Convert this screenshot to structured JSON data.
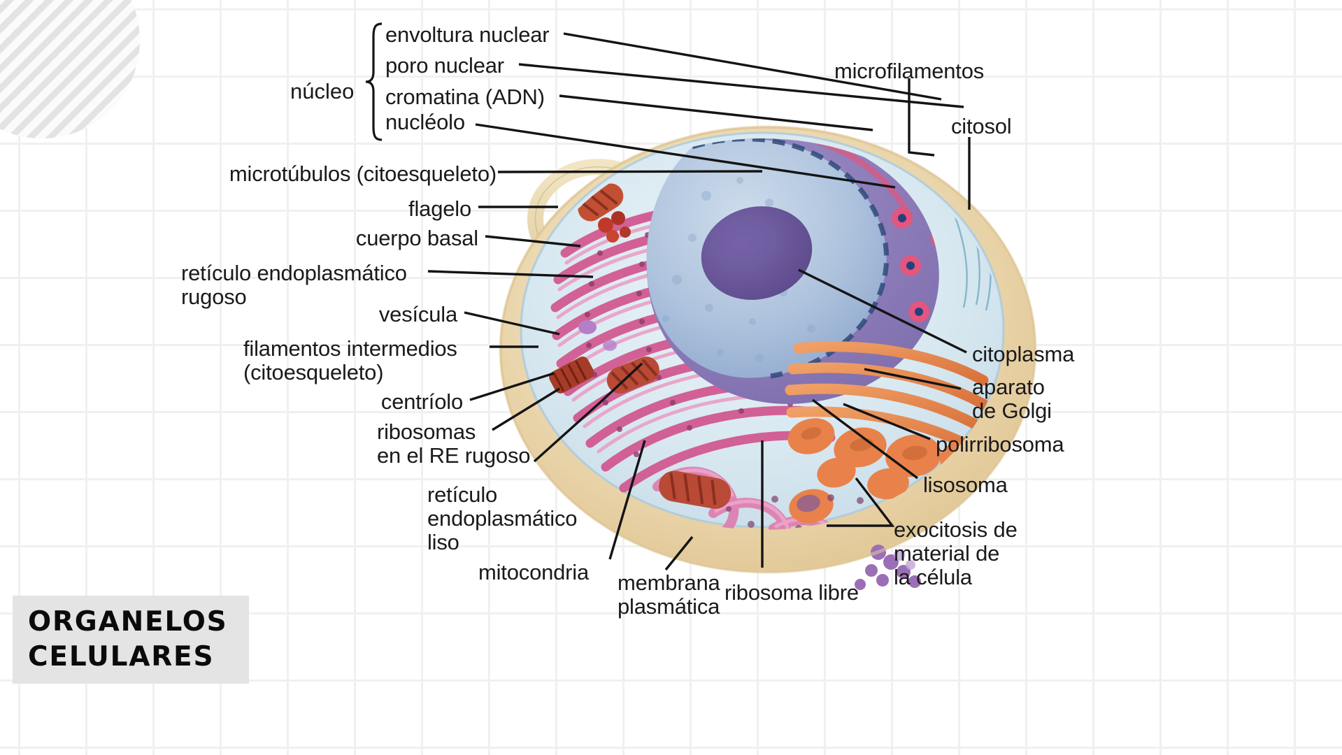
{
  "page": {
    "title_line1": "ORGANELOS",
    "title_line2": "CELULARES",
    "background": "#ffffff",
    "grid_color": "#f0f0f0",
    "title_plate_color": "#e4e4e4",
    "leader_line_color": "#141414",
    "text_color": "#1a1a1a"
  },
  "nucleus_group": {
    "group_label": "núcleo",
    "items": [
      {
        "label": "envoltura nuclear"
      },
      {
        "label": "poro nuclear"
      },
      {
        "label": "cromatina (ADN)"
      },
      {
        "label": "nucléolo"
      }
    ]
  },
  "labels_left": [
    {
      "id": "microtubulos",
      "label": "microtúbulos (citoesqueleto)"
    },
    {
      "id": "flagelo",
      "label": "flagelo"
    },
    {
      "id": "cuerpo-basal",
      "label": "cuerpo basal"
    },
    {
      "id": "re-rugoso-l1",
      "label": "retículo endoplasmático"
    },
    {
      "id": "re-rugoso-l2",
      "label": "rugoso"
    },
    {
      "id": "vesicula",
      "label": "vesícula"
    },
    {
      "id": "filamentos-l1",
      "label": "filamentos intermedios"
    },
    {
      "id": "filamentos-l2",
      "label": "(citoesqueleto)"
    },
    {
      "id": "centriolo",
      "label": "centríolo"
    },
    {
      "id": "ribosomas-l1",
      "label": "ribosomas"
    },
    {
      "id": "ribosomas-l2",
      "label": "en el RE rugoso"
    },
    {
      "id": "re-liso-l1",
      "label": "retículo"
    },
    {
      "id": "re-liso-l2",
      "label": "endoplasmático"
    },
    {
      "id": "re-liso-l3",
      "label": "liso"
    }
  ],
  "labels_bottom": [
    {
      "id": "mitocondria",
      "label": "mitocondria"
    },
    {
      "id": "membrana-l1",
      "label": "membrana"
    },
    {
      "id": "membrana-l2",
      "label": "plasmática"
    },
    {
      "id": "ribosoma-libre",
      "label": "ribosoma libre"
    }
  ],
  "labels_right": [
    {
      "id": "microfilamentos",
      "label": "microfilamentos"
    },
    {
      "id": "citosol",
      "label": "citosol"
    },
    {
      "id": "citoplasma",
      "label": "citoplasma"
    },
    {
      "id": "golgi-l1",
      "label": "aparato"
    },
    {
      "id": "golgi-l2",
      "label": "de Golgi"
    },
    {
      "id": "polirribosoma",
      "label": "polirribosoma"
    },
    {
      "id": "lisosoma",
      "label": "lisosoma"
    },
    {
      "id": "exocitosis-l1",
      "label": "exocitosis de"
    },
    {
      "id": "exocitosis-l2",
      "label": "material de"
    },
    {
      "id": "exocitosis-l3",
      "label": "la célula"
    }
  ],
  "illustration": {
    "name": "animal-cell-cutaway",
    "colors": {
      "cytoplasm_tan": "#e8cf9f",
      "membrane_edge": "#d6b882",
      "er_pink": "#d9639c",
      "er_pink_light": "#e89bc0",
      "nucleus_blue": "#aec3dd",
      "nucleolus_purple": "#6d5a9c",
      "nuclear_envelope_purple": "#8d7fb7",
      "pore_pink": "#e2567f",
      "golgi_orange": "#e8824a",
      "mitochondria_red": "#c0392b",
      "cytosol_blue": "#cde4ef",
      "flagellum_cream": "#e8d7ae",
      "vesicle_purple": "#9b6fb5"
    }
  }
}
